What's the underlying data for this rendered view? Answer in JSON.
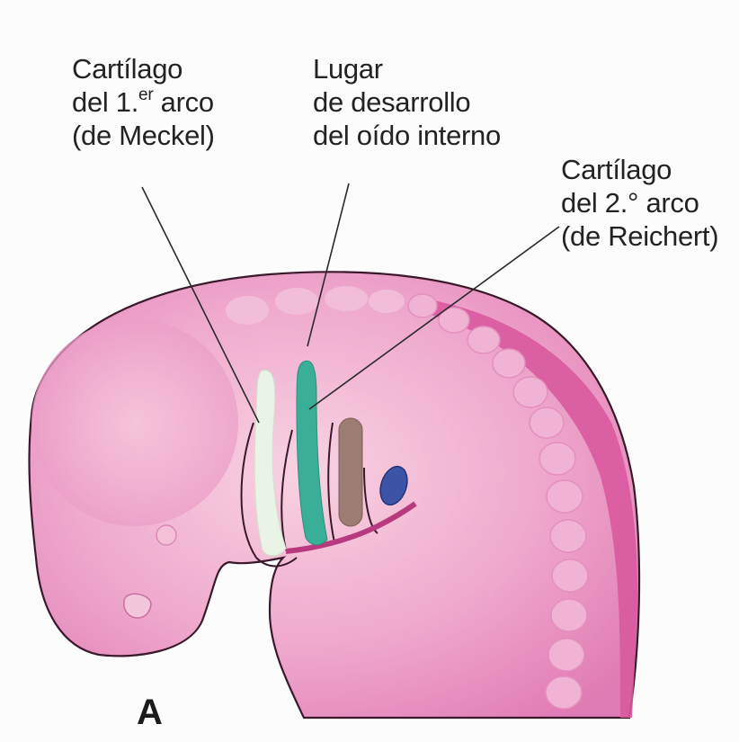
{
  "labels": {
    "meckel": {
      "line1": "Cartílago",
      "line2_prefix": "del 1.",
      "line2_sup": "er",
      "line2_suffix": " arco",
      "line3": "(de Meckel)"
    },
    "inner_ear": {
      "line1": "Lugar",
      "line2": "de desarrollo",
      "line3": "del oído interno"
    },
    "reichert": {
      "line1": "Cartílago",
      "line2": "del 2.° arco",
      "line3": "(de Reichert)"
    }
  },
  "panel_letter": "A",
  "colors": {
    "embryo_fill": "#eea0ca",
    "embryo_outline": "#3a1a2a",
    "dorsal_band": "#d9599e",
    "somite": "#f1b3d4",
    "meckel_cartilage": "#e9f4e6",
    "inner_ear": "#3aaf98",
    "arch3": "#9c7d73",
    "arch4": "#3c53a6",
    "leader_line": "#2a2a2a"
  }
}
